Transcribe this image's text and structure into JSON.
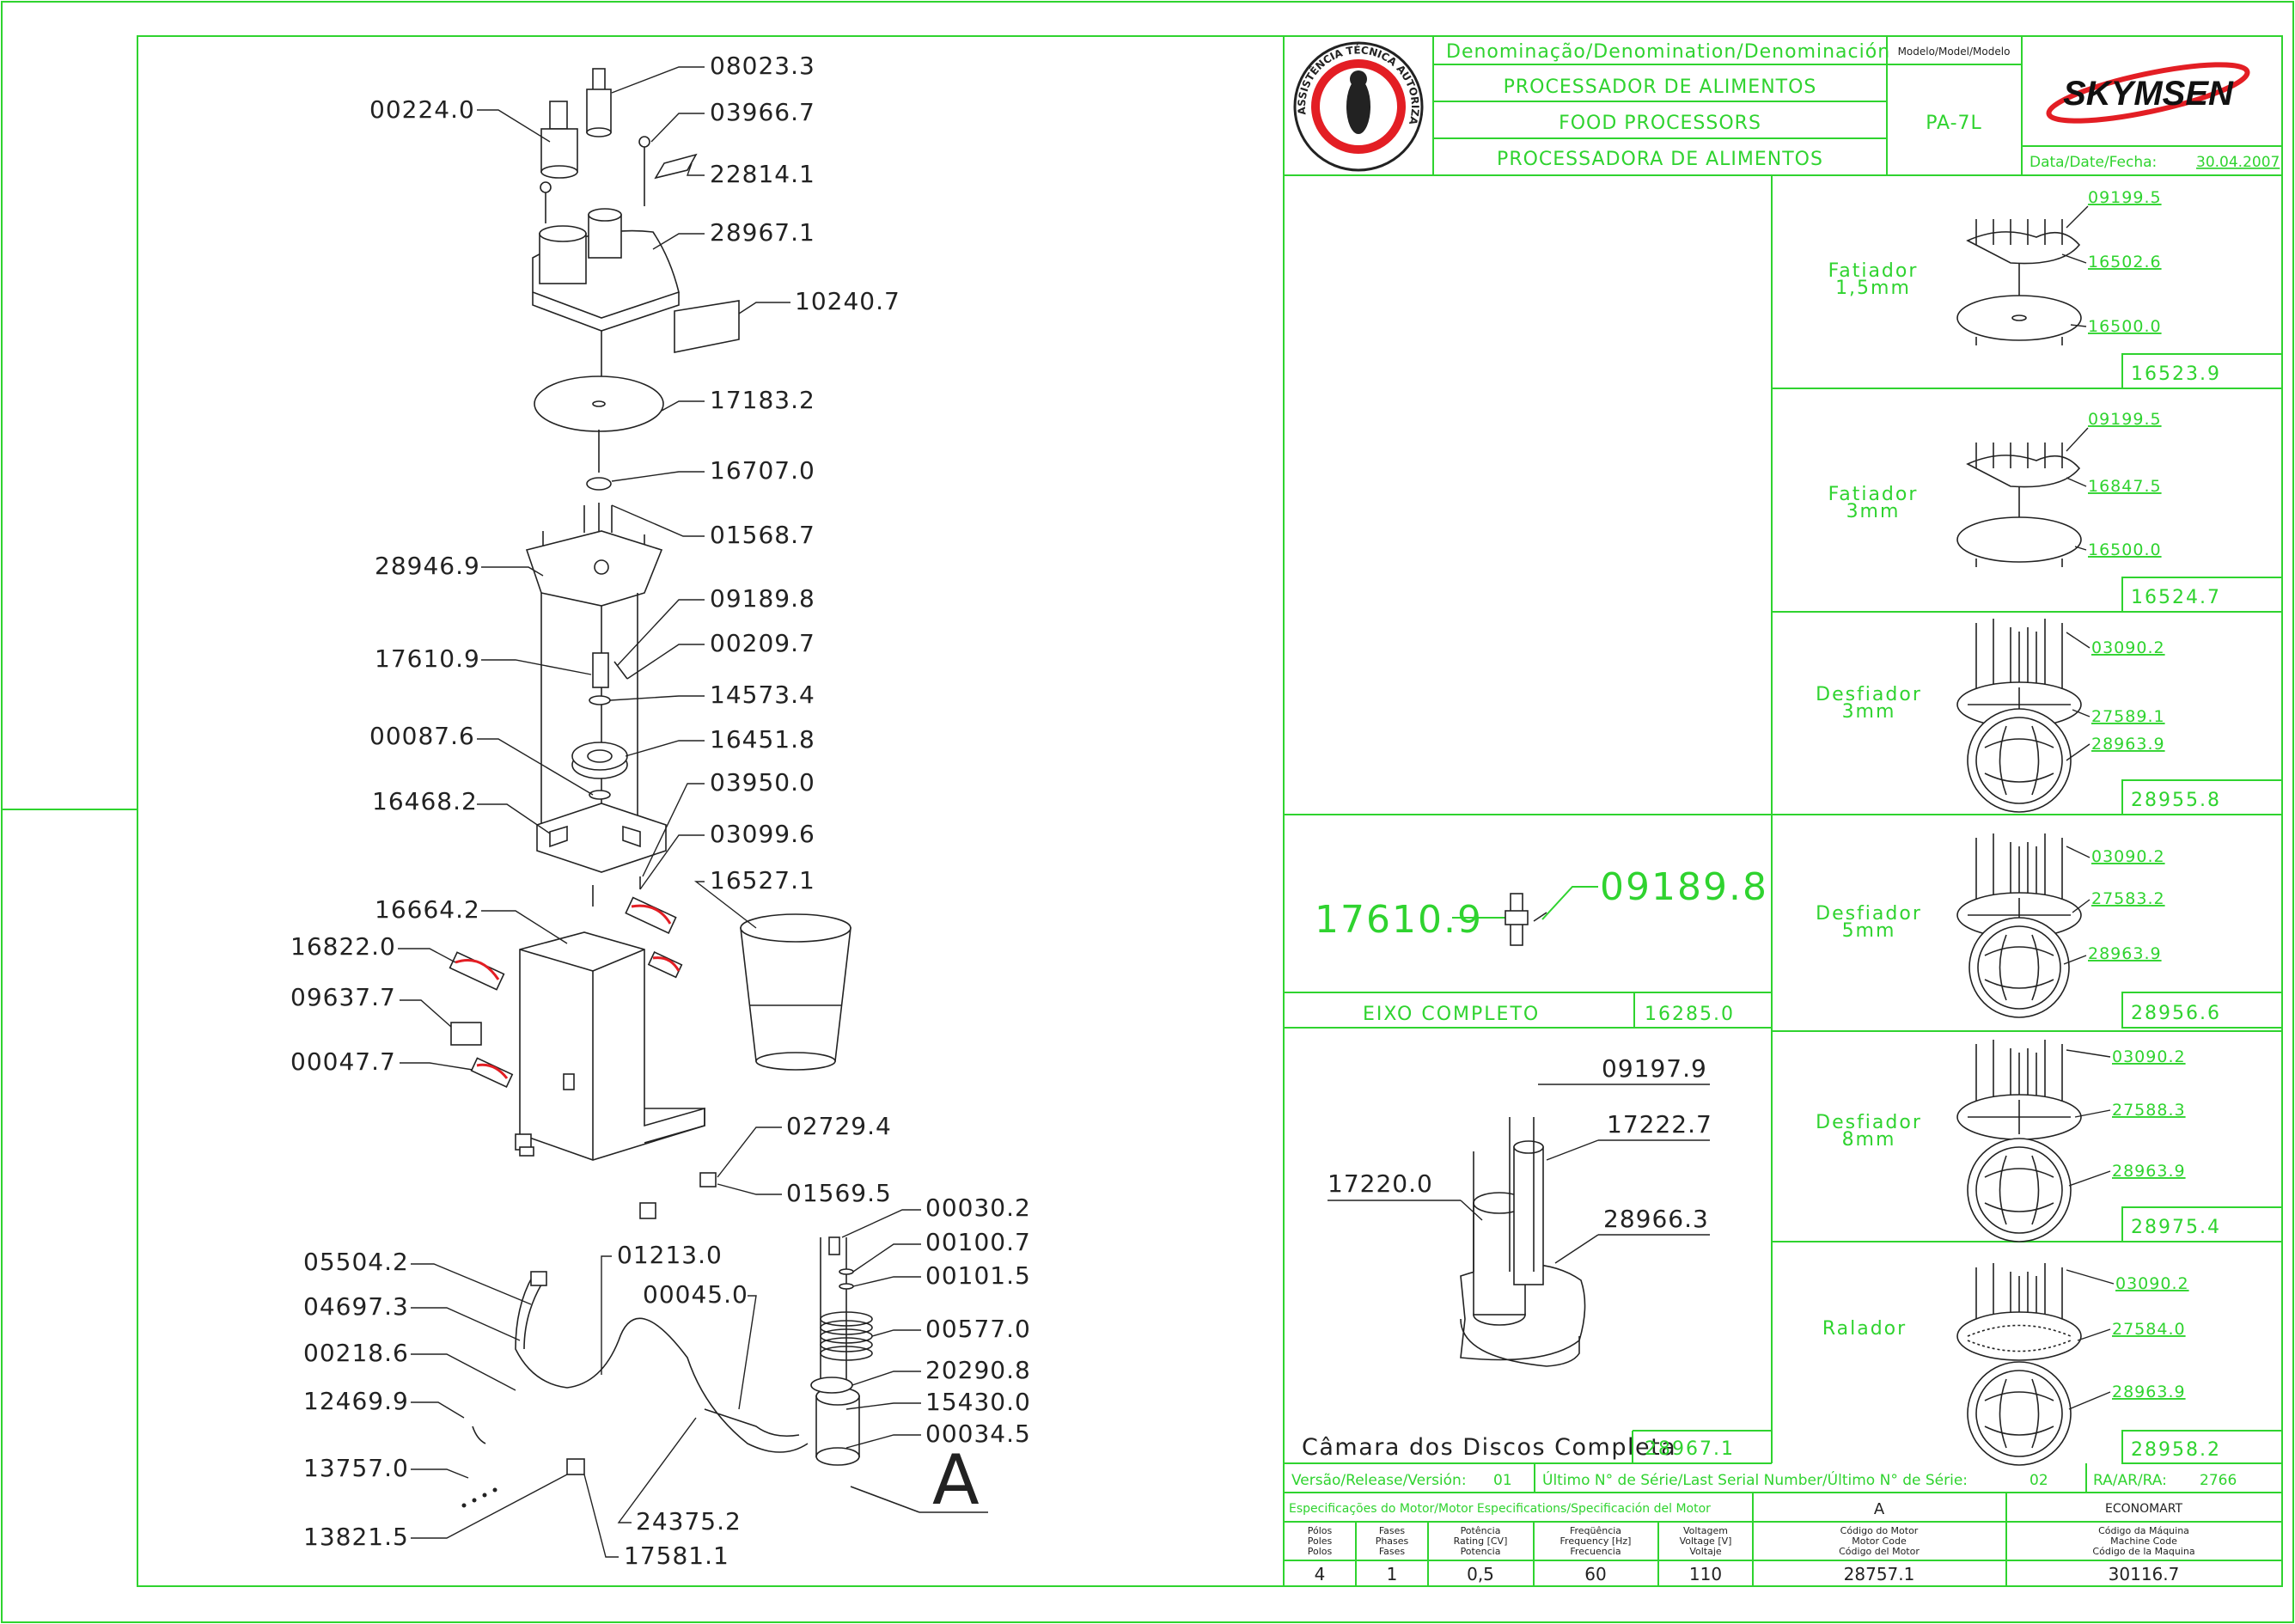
{
  "title_block": {
    "denomination_header": "Denominação/Denomination/Denominación",
    "names": [
      "PROCESSADOR DE ALIMENTOS",
      "FOOD PROCESSORS",
      "PROCESSADORA DE ALIMENTOS"
    ],
    "model_header": "Modelo/Model/Modelo",
    "model": "PA-7L",
    "brand": "SKYMSEN",
    "date_label": "Data/Date/Fecha:",
    "date": "30.04.2007",
    "seal_text": "ASSISTÊNCIA TÉCNICA AUTORIZADA"
  },
  "main_parts": {
    "left_labels": [
      "00224.0",
      "28946.9",
      "17610.9",
      "00087.6",
      "16468.2",
      "16664.2",
      "16822.0",
      "09637.7",
      "00047.7",
      "05504.2",
      "04697.3",
      "00218.6",
      "12469.9",
      "13757.0",
      "13821.5"
    ],
    "right_labels": [
      "08023.3",
      "03966.7",
      "22814.1",
      "28967.1",
      "10240.7",
      "17183.2",
      "16707.0",
      "01568.7",
      "09189.8",
      "00209.7",
      "14573.4",
      "16451.8",
      "03950.0",
      "03099.6",
      "16527.1",
      "02729.4",
      "01569.5",
      "00030.2",
      "00100.7",
      "00101.5",
      "00577.0",
      "20290.8",
      "15430.0",
      "00034.5",
      "01213.0",
      "00045.0",
      "24375.2",
      "17581.1"
    ],
    "view_marker": "A"
  },
  "shaft_assembly": {
    "left_label": "17610.9",
    "right_label": "09189.8",
    "caption": "EIXO COMPLETO",
    "code": "16285.0"
  },
  "disc_chamber": {
    "labels": [
      "09197.9",
      "17222.7",
      "17220.0",
      "28966.3"
    ],
    "caption": "Câmara dos Discos Completa",
    "code": "28967.1"
  },
  "discs": [
    {
      "name": "Fatiador",
      "size": "1,5mm",
      "parts": [
        "09199.5",
        "16502.6",
        "16500.0"
      ],
      "code": "16523.9"
    },
    {
      "name": "Fatiador",
      "size": "3mm",
      "parts": [
        "09199.5",
        "16847.5",
        "16500.0"
      ],
      "code": "16524.7"
    },
    {
      "name": "Desfiador",
      "size": "3mm",
      "parts": [
        "03090.2",
        "27589.1",
        "28963.9"
      ],
      "code": "28955.8"
    },
    {
      "name": "Desfiador",
      "size": "5mm",
      "parts": [
        "03090.2",
        "27583.2",
        "28963.9"
      ],
      "code": "28956.6"
    },
    {
      "name": "Desfiador",
      "size": "8mm",
      "parts": [
        "03090.2",
        "27588.3",
        "28963.9"
      ],
      "code": "28975.4"
    },
    {
      "name": "Ralador",
      "size": "",
      "parts": [
        "03090.2",
        "27584.0",
        "28963.9"
      ],
      "code": "28958.2"
    }
  ],
  "footer": {
    "version_label": "Versão/Release/Versión:",
    "version": "01",
    "serial_label": "Último N° de Série/Last Serial Number/Último N° de Série:",
    "serial": "02",
    "ra_label": "RA/AR/RA:",
    "ra": "2766",
    "motor_spec_label": "Especificações do Motor/Motor Especifications/Specificación del Motor",
    "variant": "A",
    "market": "ECONOMART",
    "columns": [
      [
        "Pólos",
        "Poles",
        "Polos"
      ],
      [
        "Fases",
        "Phases",
        "Fases"
      ],
      [
        "Potência",
        "Rating [CV]",
        "Potencia"
      ],
      [
        "Freqüência",
        "Frequency [Hz]",
        "Frecuencia"
      ],
      [
        "Voltagem",
        "Voltage [V]",
        "Voltaje"
      ],
      [
        "Código do Motor",
        "Motor Code",
        "Código del Motor"
      ],
      [
        "Código da Máquina",
        "Machine Code",
        "Código de la Maquina"
      ]
    ],
    "values": [
      "4",
      "1",
      "0,5",
      "60",
      "110",
      "28757.1",
      "30116.7"
    ]
  },
  "colors": {
    "frame": "#2fd32f",
    "ink": "#222222",
    "seal_red": "#e31e24",
    "brand_red": "#e31e24"
  }
}
